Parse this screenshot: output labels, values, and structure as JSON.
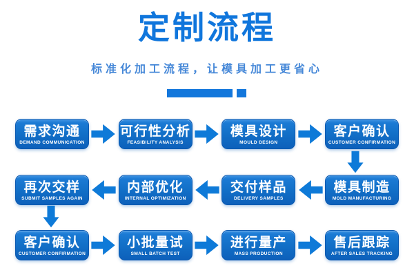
{
  "header": {
    "title": "定制流程",
    "subtitle": "标准化加工流程，让模具加工更省心"
  },
  "colors": {
    "title_blue": "#1076dc",
    "subtitle_blue": "#4688d8",
    "decor_blue": "#1377dc",
    "box_gradient_top": "#3d93e2",
    "box_gradient_bottom": "#0d60ba",
    "box_border": "#0a58b0",
    "arrow_blue": "#0e7ad8",
    "box_text": "#ffffff",
    "background": "#ffffff"
  },
  "flow": {
    "rows": [
      {
        "direction": "right",
        "steps": [
          {
            "zh": "需求沟通",
            "en": "DEMAND COMMUNICATION"
          },
          {
            "zh": "可行性分析",
            "en": "FEASIBILITY ANALYSIS"
          },
          {
            "zh": "模具设计",
            "en": "MOULD DESIGN"
          },
          {
            "zh": "客户确认",
            "en": "CUSTOMER CONFIRMATION"
          }
        ]
      },
      {
        "direction": "left",
        "steps": [
          {
            "zh": "再次交样",
            "en": "SUBMIT SAMPLES AGAIN"
          },
          {
            "zh": "内部优化",
            "en": "INTERNAL OPTIMIZATION"
          },
          {
            "zh": "交付样品",
            "en": "DELIVERY SAMPLES"
          },
          {
            "zh": "模具制造",
            "en": "MOLD MANUFACTURING"
          }
        ]
      },
      {
        "direction": "right",
        "steps": [
          {
            "zh": "客户确认",
            "en": "CUSTOMER CONFIRMATION"
          },
          {
            "zh": "小批量试",
            "en": "SMALL BATCH TEST"
          },
          {
            "zh": "进行量产",
            "en": "MASS PRODUCTION"
          },
          {
            "zh": "售后跟踪",
            "en": "AFTER SALES TRACKING"
          }
        ]
      }
    ],
    "down_connectors": [
      {
        "from": "客户确认",
        "to": "模具制造"
      },
      {
        "from": "再次交样",
        "to": "客户确认"
      }
    ]
  }
}
